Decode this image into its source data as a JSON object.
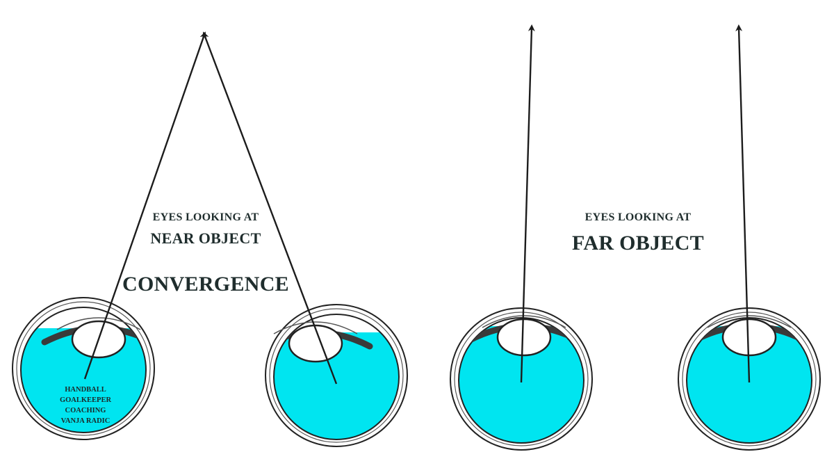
{
  "near": {
    "line1": "EYES LOOKING AT",
    "line2": "NEAR OBJECT",
    "heading": "CONVERGENCE"
  },
  "far": {
    "line1": "EYES LOOKING AT",
    "line2": "FAR OBJECT"
  },
  "watermark": {
    "line1": "HANDBALL",
    "line2": "GOALKEEPER",
    "line3": "COACHING",
    "line4": "VANJA RADIC"
  },
  "colors": {
    "eye_fluid": "#00e5f0",
    "lens_ring": "#3a3a3a",
    "outline": "#222222",
    "line": "#1c1c1c",
    "text": "#1f2d2d"
  }
}
